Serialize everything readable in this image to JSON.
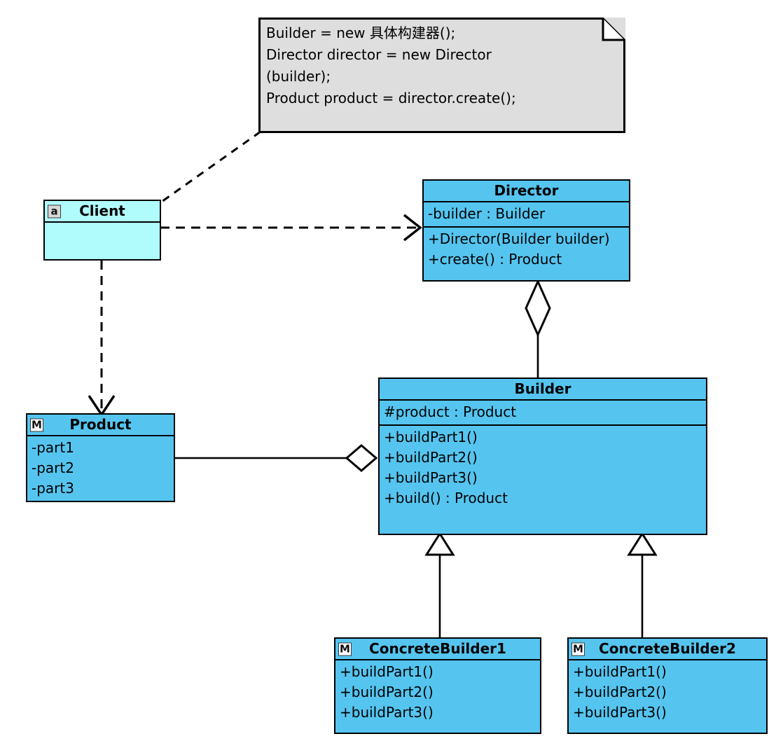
{
  "diagram": {
    "title": "Builder Pattern UML Class Diagram",
    "colors": {
      "class_fill": "#55c5f0",
      "client_fill": "#b0fcfc",
      "note_fill": "#dedede",
      "stroke": "#000000",
      "badge_a_fill": "#d7d7d7",
      "badge_m_fill": "#ffffff"
    }
  },
  "note": {
    "text": "Builder = new 具体构建器();\nDirector director = new Director\n(builder);\nProduct product = director.create();",
    "lines": [
      "Builder = new 具体构建器();",
      "Director director = new Director",
      "(builder);",
      "Product product = director.create();"
    ]
  },
  "classes": {
    "client": {
      "name": "Client",
      "badge": "a",
      "attributes": [],
      "operations": []
    },
    "director": {
      "name": "Director",
      "badge": "",
      "attributes": [
        "-builder : Builder"
      ],
      "operations": [
        "+Director(Builder builder)",
        "+create() : Product"
      ]
    },
    "product": {
      "name": "Product",
      "badge": "M",
      "attributes": [
        "-part1",
        "-part2",
        "-part3"
      ],
      "operations": []
    },
    "builder": {
      "name": "Builder",
      "badge": "",
      "attributes": [
        "#product : Product"
      ],
      "operations": [
        "+buildPart1()",
        "+buildPart2()",
        "+buildPart3()",
        "+build() : Product"
      ]
    },
    "concrete_builder_1": {
      "name": "ConcreteBuilder1",
      "badge": "M",
      "attributes": [],
      "operations": [
        "+buildPart1()",
        "+buildPart2()",
        "+buildPart3()"
      ]
    },
    "concrete_builder_2": {
      "name": "ConcreteBuilder2",
      "badge": "M",
      "attributes": [],
      "operations": [
        "+buildPart1()",
        "+buildPart2()",
        "+buildPart3()"
      ]
    }
  },
  "relationships": [
    {
      "id": "note-to-client",
      "type": "note-anchor",
      "style": "dashed",
      "from": "note",
      "to": "client"
    },
    {
      "id": "client-to-director",
      "type": "dependency",
      "style": "dashed",
      "arrow": "open",
      "from": "client",
      "to": "director"
    },
    {
      "id": "client-to-product",
      "type": "dependency",
      "style": "dashed",
      "arrow": "open",
      "from": "client",
      "to": "product"
    },
    {
      "id": "builder-to-director",
      "type": "aggregation",
      "style": "solid",
      "arrow": "hollow-diamond",
      "from": "builder",
      "to": "director"
    },
    {
      "id": "product-to-builder",
      "type": "aggregation",
      "style": "solid",
      "arrow": "hollow-diamond",
      "from": "product",
      "to": "builder"
    },
    {
      "id": "concretebuilder1-to-builder",
      "type": "generalization",
      "style": "solid",
      "arrow": "hollow-triangle",
      "from": "concrete_builder_1",
      "to": "builder"
    },
    {
      "id": "concretebuilder2-to-builder",
      "type": "generalization",
      "style": "solid",
      "arrow": "hollow-triangle",
      "from": "concrete_builder_2",
      "to": "builder"
    }
  ]
}
